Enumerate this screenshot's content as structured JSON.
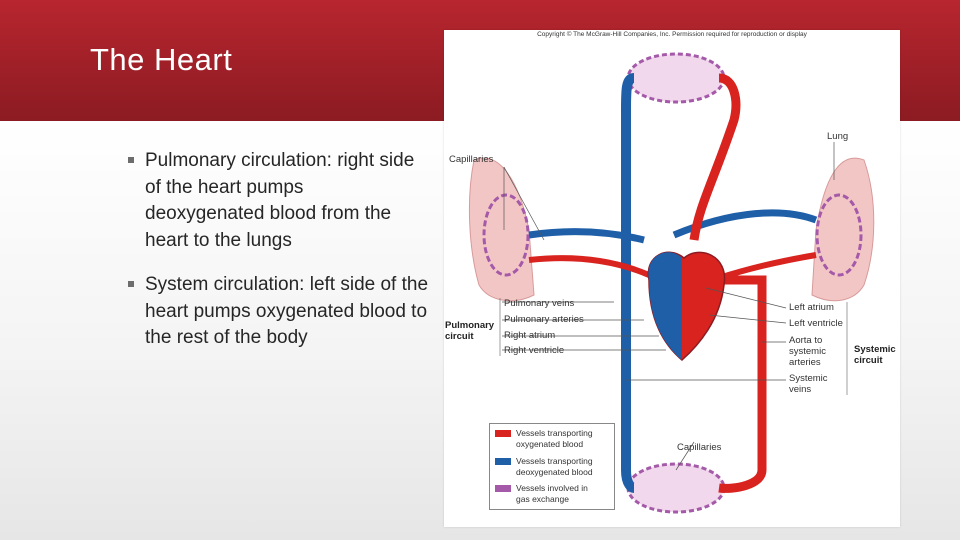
{
  "slide": {
    "title": "The Heart",
    "bullets": [
      "Pulmonary circulation: right side of the heart pumps deoxygenated blood from the heart to the lungs",
      "System circulation: left side of the heart pumps oxygenated blood to the rest of the body"
    ]
  },
  "figure": {
    "copyright": "Copyright © The McGraw-Hill Companies, Inc. Permission required for reproduction or display",
    "labels": {
      "lung": "Lung",
      "capillaries_top": "Capillaries",
      "capillaries_bottom": "Capillaries",
      "pulmonary_veins": "Pulmonary veins",
      "pulmonary_arteries": "Pulmonary arteries",
      "right_atrium": "Right atrium",
      "right_ventricle": "Right ventricle",
      "left_atrium": "Left atrium",
      "left_ventricle": "Left ventricle",
      "aorta_1": "Aorta to",
      "aorta_2": "systemic",
      "aorta_3": "arteries",
      "systemic_veins_1": "Systemic",
      "systemic_veins_2": "veins",
      "pulmonary_circuit_1": "Pulmonary",
      "pulmonary_circuit_2": "circuit",
      "systemic_circuit_1": "Systemic",
      "systemic_circuit_2": "circuit"
    },
    "legend": [
      {
        "line1": "Vessels transporting",
        "line2": "oxygenated blood",
        "color": "#d8231f"
      },
      {
        "line1": "Vessels transporting",
        "line2": "deoxygenated blood",
        "color": "#1f5fa8"
      },
      {
        "line1": "Vessels involved in",
        "line2": "gas exchange",
        "color": "#a45aa8"
      }
    ],
    "colors": {
      "oxygenated": "#d8231f",
      "deoxygenated": "#1f5fa8",
      "exchange": "#a45aa8",
      "lung": "#f3c6c6"
    }
  }
}
